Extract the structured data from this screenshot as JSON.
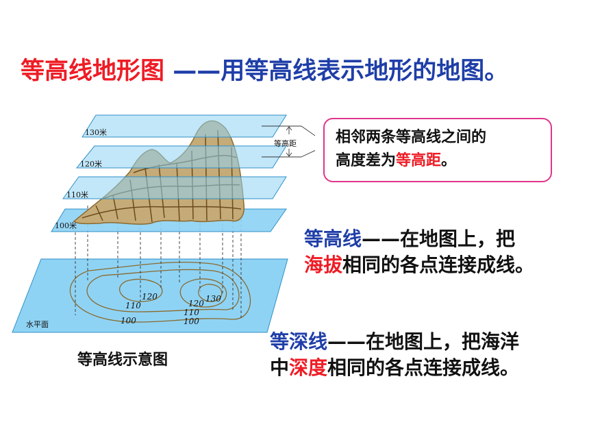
{
  "title": {
    "term": "等高线地形图",
    "definition": "——用等高线表示地形的地图。"
  },
  "diagram": {
    "plane_labels": [
      "130米",
      "120米",
      "110米",
      "100米"
    ],
    "base_label": "水平面",
    "interval_label": "等高距",
    "contour_labels": [
      "110",
      "100",
      "120",
      "120",
      "130",
      "110",
      "100"
    ],
    "caption": "等高线示意图",
    "colors": {
      "plane": "#8fd3f4",
      "plane_edge": "#2e8fc8",
      "mountain": "#c5ab78",
      "mountain_edge": "#8a6a2e"
    }
  },
  "callout": {
    "line1": "相邻两条等高线之间的",
    "line2_prefix": "高度差为",
    "line2_term": "等高距",
    "line2_suffix": "。"
  },
  "contour_def": {
    "term": "等高线",
    "text1": "——在地图上，把",
    "term2": "海拔",
    "text2": "相同的各点连接成线。"
  },
  "depth_def": {
    "term": "等深线",
    "text1": "——在地图上，把海洋",
    "text2_prefix": "中",
    "term2": "深度",
    "text2": "相同的各点连接成线。"
  }
}
